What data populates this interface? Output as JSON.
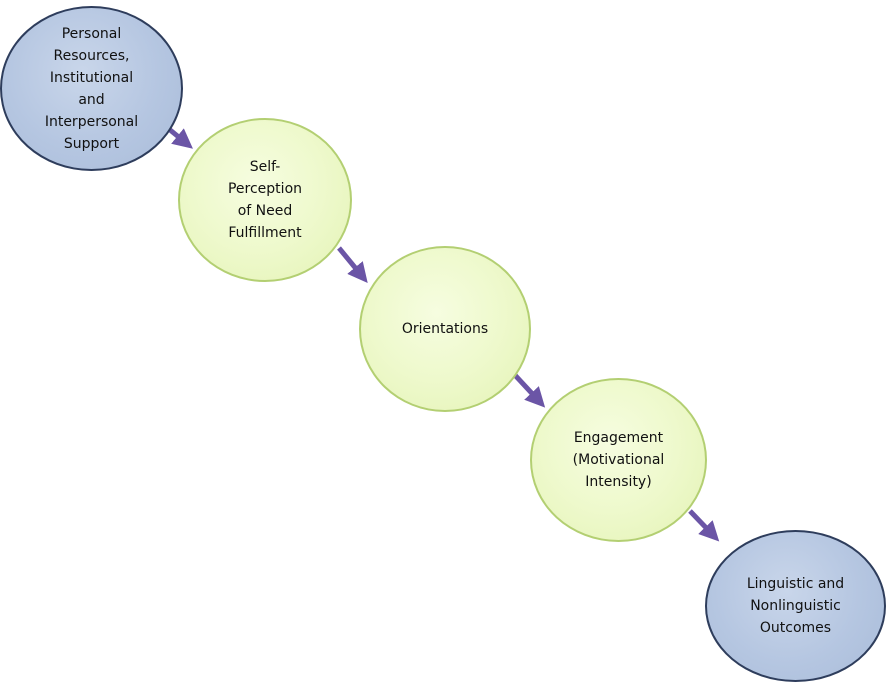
{
  "nodes": [
    {
      "id": "n1",
      "label": "Personal\nResources,\nInstitutional\nand\nInterpersonal\nSupport",
      "color": "#b5c6e1"
    },
    {
      "id": "n2",
      "label": "Self-\nPerception\nof Need\nFulfillment",
      "color": "#eef9cc"
    },
    {
      "id": "n3",
      "label": "Orientations",
      "color": "#eef9cc"
    },
    {
      "id": "n4",
      "label": "Engagement\n(Motivational\nIntensity)",
      "color": "#eef9cc"
    },
    {
      "id": "n5",
      "label": "Linguistic and\nNonlinguistic\nOutcomes",
      "color": "#b5c6e1"
    }
  ],
  "edges": [
    {
      "from": "n1",
      "to": "n2"
    },
    {
      "from": "n2",
      "to": "n3"
    },
    {
      "from": "n3",
      "to": "n4"
    },
    {
      "from": "n4",
      "to": "n5"
    }
  ],
  "colors": {
    "arrow": "#6b55a6",
    "blue_border": "#2e3d5c",
    "green_border": "#b3cf72"
  }
}
